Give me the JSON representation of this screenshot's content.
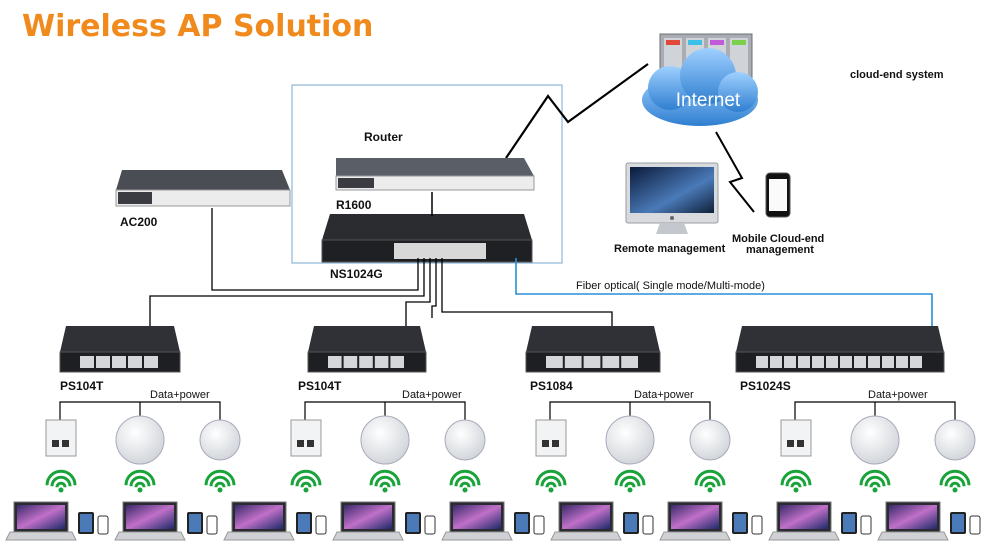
{
  "title": "Wireless AP Solution",
  "cloud": {
    "internet_label": "Internet",
    "system_label": "cloud-end system",
    "remote_label": "Remote management",
    "mobile_label_1": "Mobile Cloud-end",
    "mobile_label_2": "management"
  },
  "core": {
    "router_label": "Router",
    "router_model": "R1600",
    "ac_model": "AC200",
    "switch_model": "NS1024G",
    "fiber_label": "Fiber optical( Single mode/Multi-mode)"
  },
  "poe": {
    "data_power_label": "Data+power",
    "switches": [
      {
        "model": "PS104T"
      },
      {
        "model": "PS104T"
      },
      {
        "model": "PS1084"
      },
      {
        "model": "PS1024S"
      }
    ]
  },
  "colors": {
    "title": "#f08a1c",
    "wifi": "#1aa33a",
    "fiber": "#2a8fd6",
    "box": "#8fb7d8",
    "cloud": "#3b8fd9"
  }
}
